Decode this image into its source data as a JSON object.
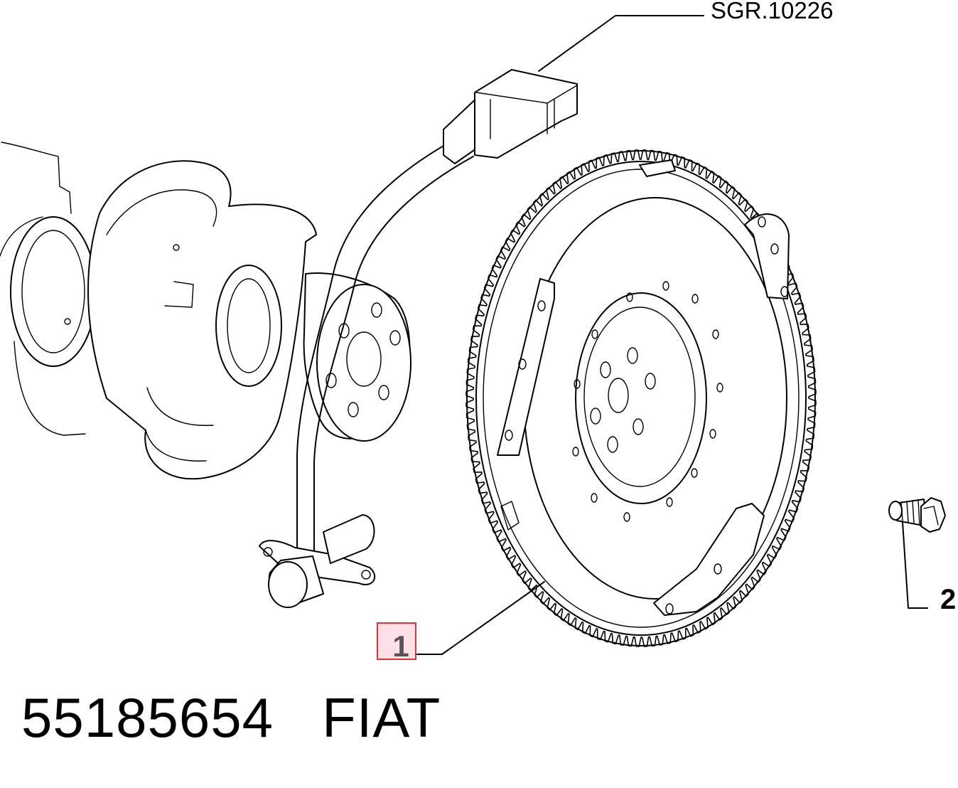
{
  "callouts": {
    "sensor_ref": "SGR.10226",
    "flywheel_num": "1",
    "bolt_num": "2"
  },
  "footer": {
    "part_number": "55185654",
    "brand": "FIAT"
  },
  "colors": {
    "line": "#000000",
    "highlight_fill": "#ffe0e6",
    "highlight_border": "#e0343a",
    "callout_num_color": "#555555"
  }
}
